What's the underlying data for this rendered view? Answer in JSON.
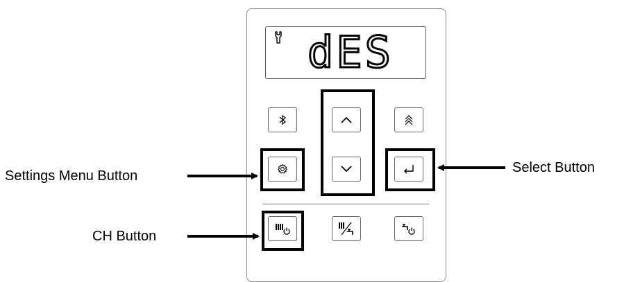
{
  "display": {
    "text": "dES",
    "icon": "wrench-icon"
  },
  "buttons": {
    "bluetooth": {
      "icon": "bluetooth-icon"
    },
    "up": {
      "icon": "chevron-up-icon"
    },
    "fast_up": {
      "icon": "double-chevron-up-icon"
    },
    "settings": {
      "icon": "gear-icon"
    },
    "down": {
      "icon": "chevron-down-icon"
    },
    "select": {
      "icon": "enter-return-icon"
    },
    "ch": {
      "icon": "radiator-power-icon"
    },
    "ch_dhw": {
      "icon": "radiator-tap-icon"
    },
    "dhw": {
      "icon": "tap-power-icon"
    }
  },
  "callouts": {
    "settings": "Settings Menu Button",
    "select": "Select Button",
    "ch": "CH Button"
  },
  "colors": {
    "highlight": "#000000",
    "outline": "#666666"
  }
}
